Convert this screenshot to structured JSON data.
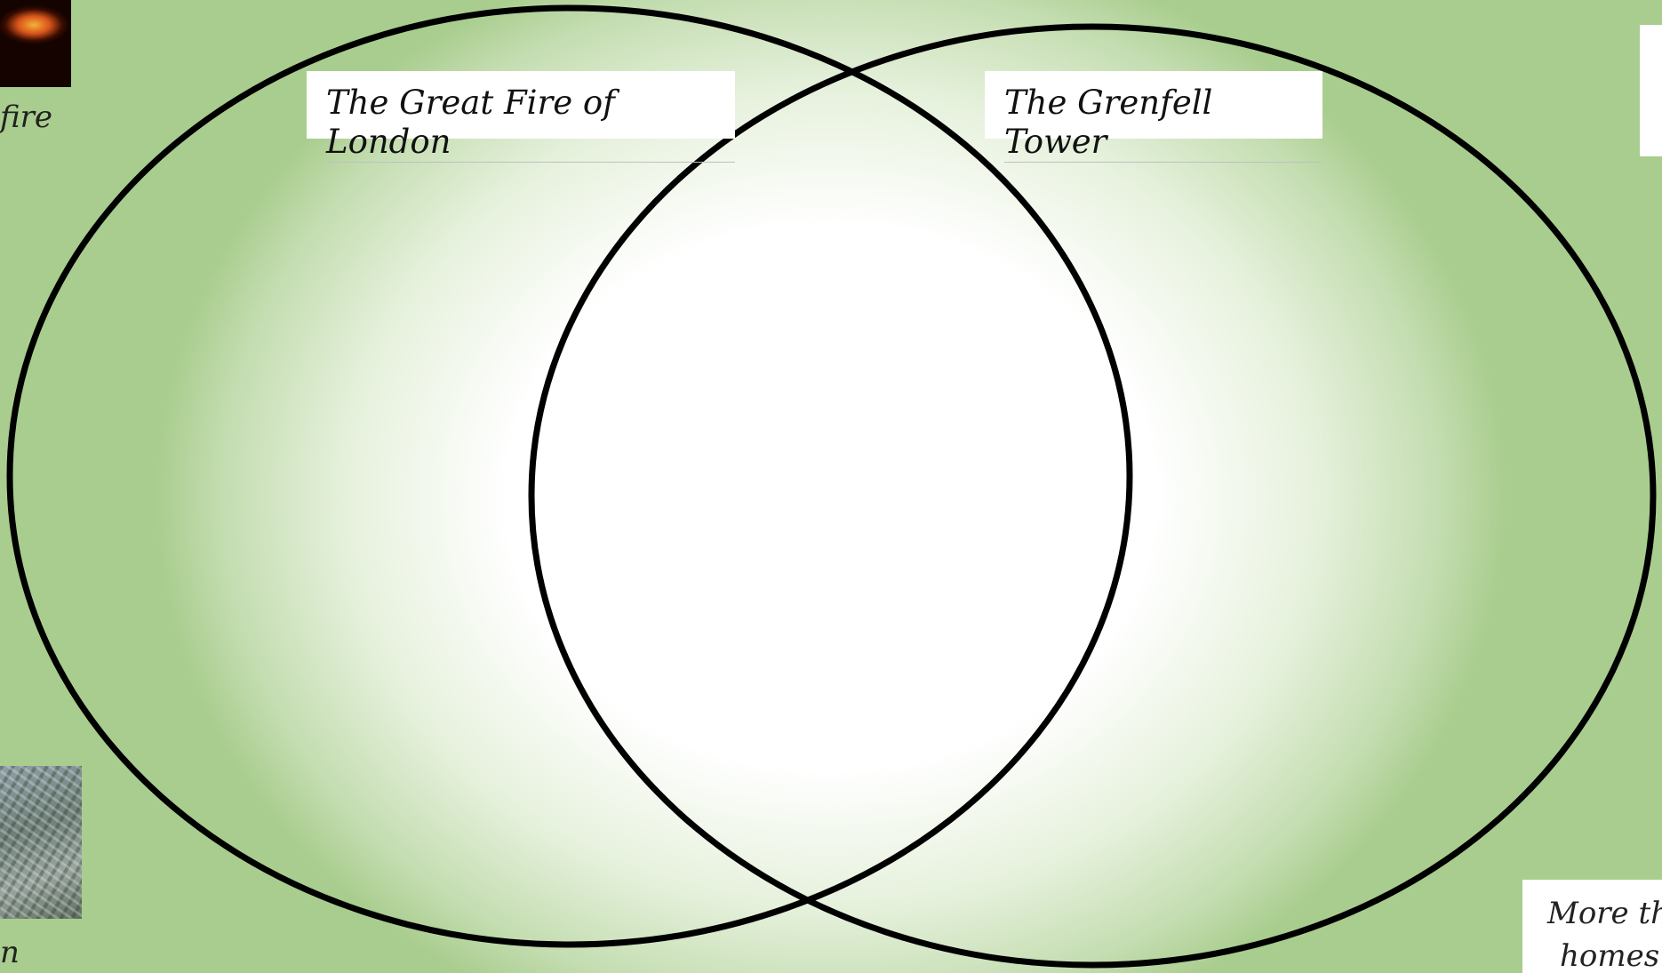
{
  "diagram": {
    "type": "venn",
    "circles": [
      {
        "id": "left",
        "label": "The Great Fire of London"
      },
      {
        "id": "right",
        "label": "The Grenfell Tower"
      }
    ],
    "outline_color": "#000000",
    "background_colors": [
      "#ffffff",
      "#a9cd8e"
    ]
  },
  "side_items": {
    "fire_caption": "fire",
    "city_caption": "n",
    "note_line1": "More th",
    "note_line2": "homes"
  },
  "icons": {
    "fire_image": "fire-photo",
    "city_image": "aerial-city-photo"
  }
}
